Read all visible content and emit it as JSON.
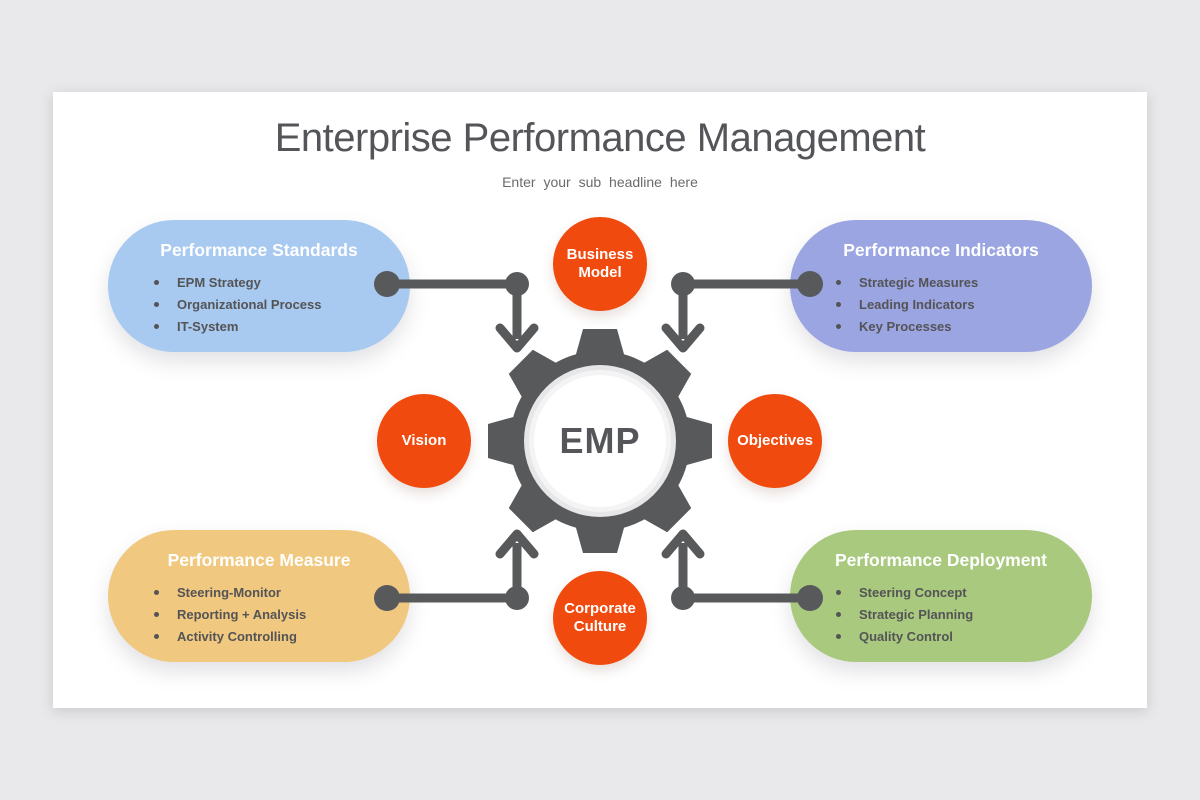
{
  "header": {
    "title": "Enterprise Performance Management",
    "subtitle": "Enter your sub headline here"
  },
  "center": {
    "label": "EMP"
  },
  "hub_nodes": [
    {
      "id": "business-model",
      "label": "Business Model",
      "position": "top"
    },
    {
      "id": "vision",
      "label": "Vision",
      "position": "left"
    },
    {
      "id": "objectives",
      "label": "Objectives",
      "position": "right"
    },
    {
      "id": "corporate-culture",
      "label": "Corporate Culture",
      "position": "bottom"
    }
  ],
  "boxes": [
    {
      "id": "performance-standards",
      "title": "Performance Standards",
      "position": "top-left",
      "color": "#a8c9f0",
      "items": [
        "EPM Strategy",
        "Organizational Process",
        "IT-System"
      ]
    },
    {
      "id": "performance-indicators",
      "title": "Performance Indicators",
      "position": "top-right",
      "color": "#9aa5e2",
      "items": [
        "Strategic Measures",
        "Leading Indicators",
        "Key Processes"
      ]
    },
    {
      "id": "performance-measure",
      "title": "Performance Measure",
      "position": "bottom-left",
      "color": "#f0c87f",
      "items": [
        "Steering-Monitor",
        "Reporting + Analysis",
        "Activity Controlling"
      ]
    },
    {
      "id": "performance-deployment",
      "title": "Performance Deployment",
      "position": "bottom-right",
      "color": "#a8c97e",
      "items": [
        "Steering Concept",
        "Strategic Planning",
        "Quality Control"
      ]
    }
  ],
  "colors": {
    "background": "#e9e8ea",
    "card": "#ffffff",
    "accent_orange": "#f04a0e",
    "gear_gray": "#58595b",
    "title_text": "#545559",
    "box_title_text": "#ffffff",
    "bullet_text": "#545456"
  }
}
